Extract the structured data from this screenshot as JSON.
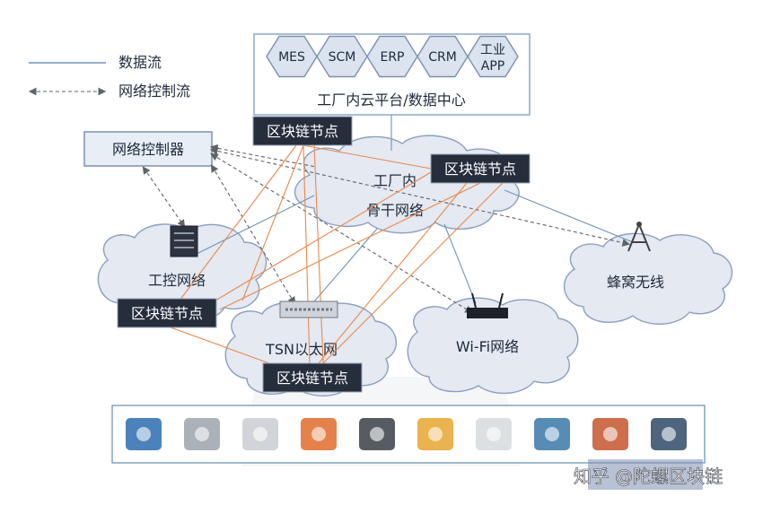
{
  "legend": {
    "data_flow": "数据流",
    "control_flow": "网络控制流"
  },
  "platform": {
    "title": "工厂内云平台/数据中心",
    "modules": [
      "MES",
      "SCM",
      "ERP",
      "CRM",
      "工业APP"
    ]
  },
  "controller": {
    "label": "网络控制器"
  },
  "clouds": {
    "backbone_line1": "工厂内",
    "backbone_line2": "骨干网络",
    "industrial": "工控网络",
    "tsn": "TSN以太网",
    "wifi": "Wi-Fi网络",
    "cellular": "蜂窝无线"
  },
  "blockchain_node_label": "区块链节点",
  "devices": [
    "flowmeter-icon",
    "cnc-machine-icon",
    "agv-robot-icon",
    "robot-arm-icon",
    "engine-icon",
    "forklift-icon",
    "camera-icon",
    "smart-meter-icon",
    "monitor-workers-icon",
    "conveyor-robot-icon"
  ],
  "watermark": "知乎 @陀螺区块链",
  "colors": {
    "data_flow": "#6f94b8",
    "blockchain_link": "#e9894a",
    "blockchain_box": "#262e3c",
    "cloud_fill": "#e4e9f2"
  }
}
